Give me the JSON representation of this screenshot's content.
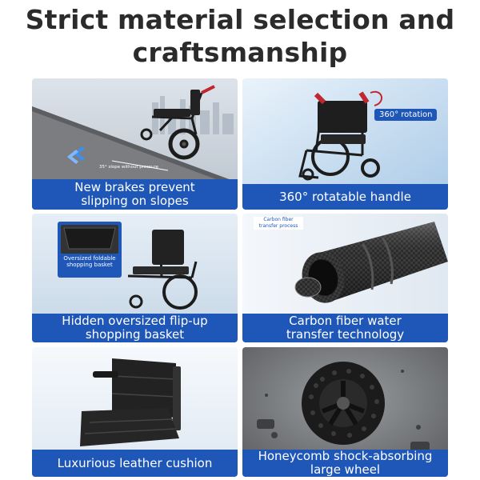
{
  "heading": {
    "line1": "Strict material selection and",
    "line2": "craftsmanship"
  },
  "cards": [
    {
      "caption_lines": [
        "New brakes prevent",
        "slipping on slopes"
      ],
      "overlay_text": "35° slope without pressure"
    },
    {
      "caption_lines": [
        "360° rotatable handle"
      ],
      "tag": "360° rotation"
    },
    {
      "caption_lines": [
        "Hidden oversized flip-up",
        "shopping basket"
      ],
      "inset_label": "Oversized foldable shopping basket"
    },
    {
      "caption_lines": [
        "Carbon fiber water",
        "transfer technology"
      ],
      "process_label": "Carbon fiber transfer process"
    },
    {
      "caption_lines": [
        "Luxurious leather cushion"
      ]
    },
    {
      "caption_lines": [
        "Honeycomb shock-absorbing",
        "large wheel"
      ]
    }
  ],
  "colors": {
    "caption_blue": "#1f57b8",
    "frame_black": "#1c1c1c",
    "accent_red": "#c2262e"
  }
}
